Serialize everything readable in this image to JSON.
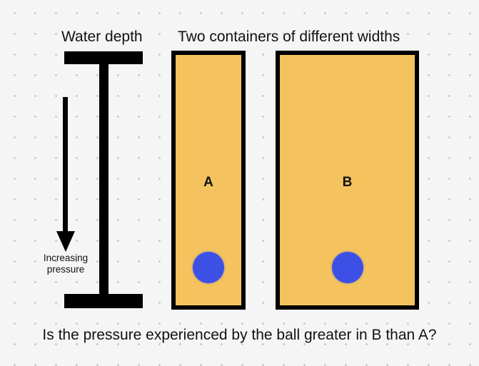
{
  "labels": {
    "water_depth": "Water depth",
    "containers_title": "Two containers of different widths",
    "pressure_arrow": "Increasing pressure"
  },
  "containers": [
    {
      "letter": "A",
      "fill_color": "#f5c35e",
      "ball_color": "#3c50e6"
    },
    {
      "letter": "B",
      "fill_color": "#f5c35e",
      "ball_color": "#3c50e6"
    }
  ],
  "question": "Is the pressure experienced by the ball greater in B than A?",
  "icons": {
    "arrow": "arrow-down-icon"
  }
}
